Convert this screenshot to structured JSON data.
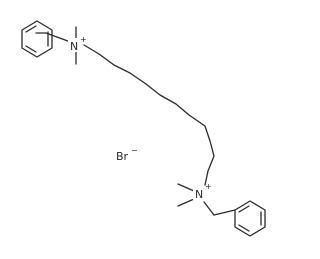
{
  "molecule": {
    "counter_ion": {
      "symbol": "Br",
      "charge": "−"
    },
    "cation_top": {
      "nitrogen": "N",
      "charge": "+",
      "methyl_1": "CH3",
      "methyl_2": "CH3"
    },
    "cation_bottom": {
      "nitrogen": "N",
      "charge": "+",
      "methyl_1": "CH3",
      "methyl_2": "CH3"
    }
  }
}
